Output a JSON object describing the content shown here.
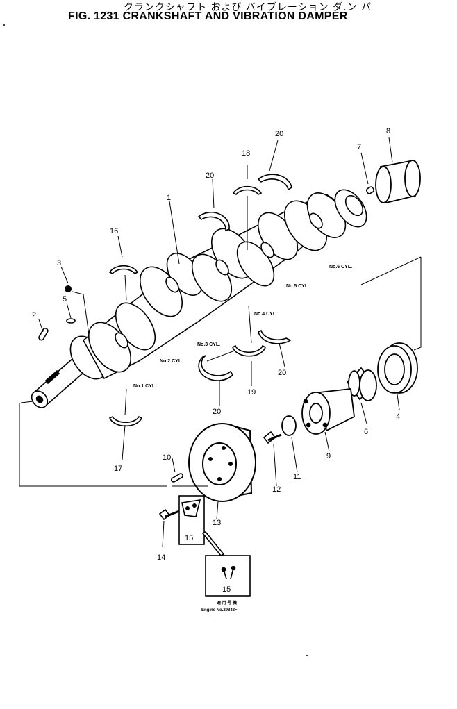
{
  "header": {
    "title_jp": "クランクシャフト および バイブレーション ダ.ン パ",
    "title_en": "FIG. 1231  CRANKSHAFT AND VIBRATION DAMPER"
  },
  "callouts": {
    "c1": "1",
    "c2": "2",
    "c3": "3",
    "c4": "4",
    "c5": "5",
    "c6": "6",
    "c7": "7",
    "c8": "8",
    "c9": "9",
    "c10": "10",
    "c11": "11",
    "c12": "12",
    "c13": "13",
    "c14": "14",
    "c15": "15",
    "c15b": "15",
    "c16": "16",
    "c17": "17",
    "c18": "18",
    "c19": "19",
    "c20a": "20",
    "c20b": "20",
    "c20c": "20",
    "c20d": "20"
  },
  "cylinders": {
    "cyl1": "No.1 CYL.",
    "cyl2": "No.2 CYL.",
    "cyl3": "No.3 CYL.",
    "cyl4": "No.4 CYL.",
    "cyl5": "No.5 CYL.",
    "cyl6": "No.6 CYL."
  },
  "inset": {
    "label_jp": "適 用 号 機",
    "engine_no": "Engine No.29843~"
  },
  "colors": {
    "ink": "#000000",
    "paper": "#ffffff"
  }
}
